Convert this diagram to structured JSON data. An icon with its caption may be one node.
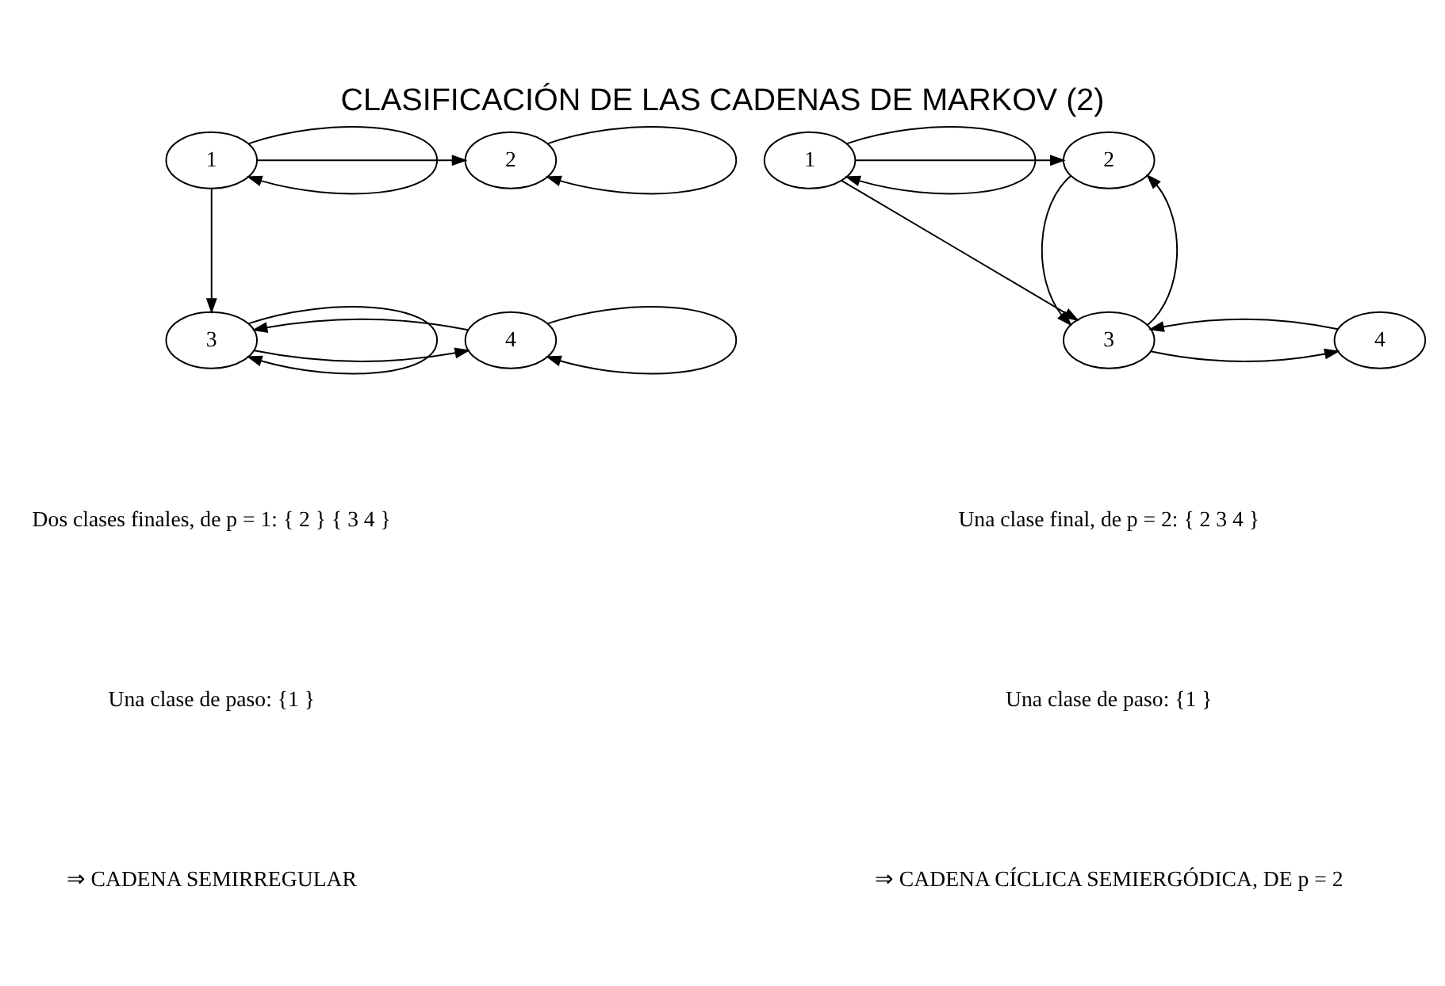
{
  "diagram": {
    "title": "CLASIFICACIÓN DE LAS CADENAS DE MARKOV (2)",
    "nodes": [
      {
        "text": [
          "1"
        ]
      },
      {
        "text": [
          "2"
        ]
      },
      {
        "text": [
          "3"
        ]
      },
      {
        "text": [
          "4"
        ]
      },
      {
        "text": [
          "1"
        ]
      },
      {
        "text": [
          "2"
        ]
      },
      {
        "text": [
          "3"
        ]
      },
      {
        "text": [
          "4"
        ]
      }
    ],
    "edges": [
      {
        "from": 0,
        "to": 0,
        "arrow": "to"
      },
      {
        "from": 0,
        "to": 1,
        "arrow": "to"
      },
      {
        "from": 1,
        "to": 1,
        "arrow": "to"
      },
      {
        "from": 0,
        "to": 2,
        "arrow": "to"
      },
      {
        "from": 2,
        "to": 2,
        "arrow": "to"
      },
      {
        "from": 2,
        "to": 3,
        "arrow": "to"
      },
      {
        "from": 3,
        "to": 3,
        "arrow": "to"
      },
      {
        "from": 3,
        "to": 2,
        "arrow": "to"
      },
      {
        "from": 4,
        "to": 4,
        "arrow": "to"
      },
      {
        "from": 4,
        "to": 5,
        "arrow": "to"
      },
      {
        "from": 4,
        "to": 6,
        "arrow": "to"
      },
      {
        "from": 6,
        "to": 5,
        "arrow": "to"
      },
      {
        "from": 5,
        "to": 6,
        "arrow": "to"
      },
      {
        "from": 6,
        "to": 7,
        "arrow": "to"
      },
      {
        "from": 7,
        "to": 6,
        "arrow": "to"
      }
    ],
    "labels": [
      "Dos clases finales, de p = 1: { 2 } { 3 4 }",
      "Una clase de paso: {1 }",
      "⇒ CADENA SEMIRREGULAR",
      "Una clase final, de p = 2: { 2 3 4 }",
      "Una clase de paso: {1 }",
      "⇒ CADENA CÍCLICA SEMIERGÓDICA, DE p = 2"
    ]
  }
}
